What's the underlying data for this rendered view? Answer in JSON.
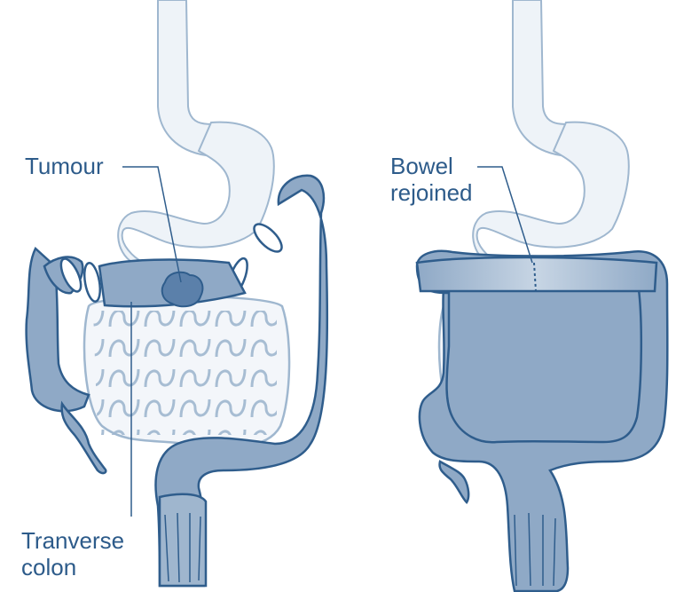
{
  "labels": {
    "tumour": "Tumour",
    "bowel_rejoined": "Bowel\nrejoined",
    "transverse_colon": "Tranverse\ncolon"
  },
  "colors": {
    "colon_fill": "#8fa9c6",
    "colon_stroke": "#2f5d8c",
    "organ_fill": "#eef3f8",
    "organ_stroke": "#9fb7cf",
    "tumour_fill": "#5b80aa",
    "label_text": "#2d5b8a"
  }
}
